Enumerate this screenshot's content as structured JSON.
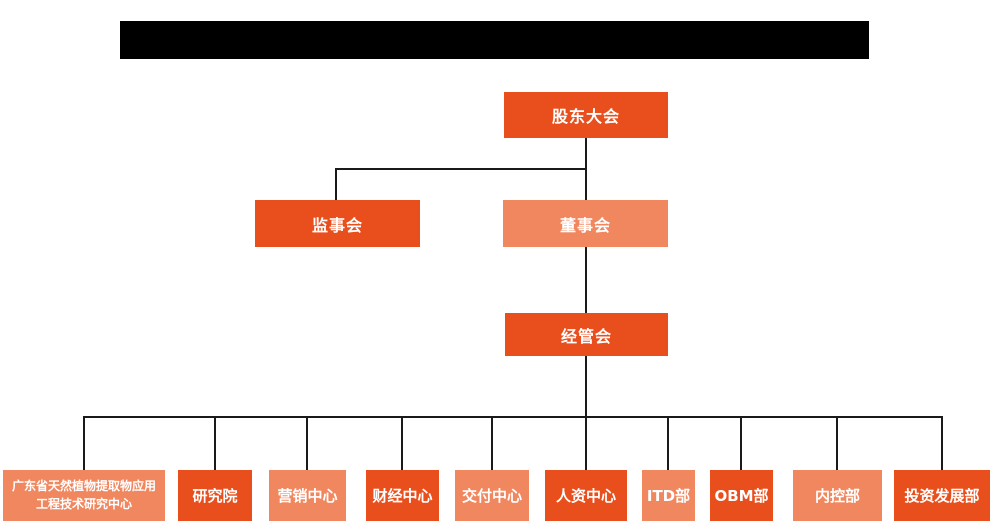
{
  "colors": {
    "primary": "#E94F1D",
    "secondary": "#F0875F",
    "connector": "#1a1a1a",
    "redaction": "#000000",
    "text": "#FFFFFF"
  },
  "redacted_title_bar": {
    "note": "solid black redaction bar, no visible text"
  },
  "org_chart": {
    "root": {
      "label": "股东大会",
      "variant": "primary"
    },
    "level2": [
      {
        "label": "监事会",
        "variant": "primary"
      },
      {
        "label": "董事会",
        "variant": "secondary"
      }
    ],
    "level3": {
      "label": "经管会",
      "variant": "primary"
    },
    "departments": [
      {
        "label": "广东省天然植物提取物应用工程技术研究中心",
        "variant": "secondary"
      },
      {
        "label": "研究院",
        "variant": "primary"
      },
      {
        "label": "营销中心",
        "variant": "secondary"
      },
      {
        "label": "财经中心",
        "variant": "primary"
      },
      {
        "label": "交付中心",
        "variant": "secondary"
      },
      {
        "label": "人资中心",
        "variant": "primary"
      },
      {
        "label": "ITD部",
        "variant": "secondary"
      },
      {
        "label": "OBM部",
        "variant": "primary"
      },
      {
        "label": "内控部",
        "variant": "secondary"
      },
      {
        "label": "投资发展部",
        "variant": "primary"
      }
    ]
  }
}
